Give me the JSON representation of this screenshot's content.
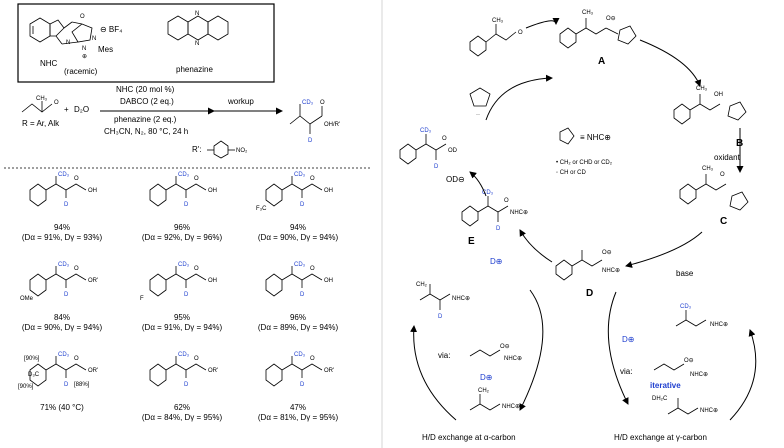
{
  "top_box": {
    "bf4": "⊖ BF₄",
    "nhc_label": "NHC",
    "racemic": "(racemic)",
    "mes": "Mes",
    "phenazine_label": "phenazine"
  },
  "general_reaction": {
    "aldehyde_ch3": "CH₃",
    "aldehyde_o": "O",
    "plus": "+",
    "d2o": "D₂O",
    "cond1": "NHC (20 mol %)",
    "cond2": "DABCO (2 eq.)",
    "cond3": "phenazine (2 eq.)",
    "cond4": "CH₃CN, N₂, 80 °C, 24 h",
    "workup": "workup",
    "r_def": "R = Ar, Alk",
    "r_prime": "R':",
    "no2": "NO₂",
    "product_cd3": "CD₃",
    "product_d": "D",
    "product_oh": "OH/R'",
    "product_o": "O"
  },
  "products": [
    {
      "yield": "94%",
      "deut": "(Dα = 91%, Dγ = 93%)",
      "cd3": "CD₃",
      "d": "D",
      "end": "OH"
    },
    {
      "yield": "96%",
      "deut": "(Dα = 92%, Dγ = 96%)",
      "cd3": "CD₃",
      "d": "D",
      "end": "OH"
    },
    {
      "yield": "94%",
      "deut": "(Dα = 90%, Dγ = 94%)",
      "cd3": "CD₃",
      "d": "D",
      "end": "OH",
      "sub": "F₃C"
    },
    {
      "yield": "84%",
      "deut": "(Dα = 90%, Dγ = 94%)",
      "cd3": "CD₃",
      "d": "D",
      "end": "OR'",
      "sub": "OMe"
    },
    {
      "yield": "95%",
      "deut": "(Dα = 91%, Dγ = 94%)",
      "cd3": "CD₃",
      "d": "D",
      "end": "OH",
      "sub": "F"
    },
    {
      "yield": "96%",
      "deut": "(Dα = 89%, Dγ = 94%)",
      "cd3": "CD₃",
      "d": "D",
      "end": "OH"
    },
    {
      "yield": "71% (40 °C)",
      "deut": "",
      "cd3": "CD₃",
      "d": "D",
      "end": "OR'",
      "p1": "[90%]",
      "p2": "[90%]",
      "p3": "[88%]",
      "d3c": "D₃C"
    },
    {
      "yield": "62%",
      "deut": "(Dα = 84%, Dγ = 95%)",
      "cd3": "CD₃",
      "d": "D",
      "end": "OR'"
    },
    {
      "yield": "47%",
      "deut": "(Dα = 81%, Dγ = 95%)",
      "cd3": "CD₃",
      "d": "D",
      "end": "OR'"
    }
  ],
  "mechanism": {
    "A": "A",
    "B": "B",
    "C": "C",
    "D": "D",
    "E": "E",
    "oh": "OH",
    "o_minus": "O⊖",
    "o": "O",
    "ch3": "CH₃",
    "nhc_plus": "NHC⊕",
    "equiv": "≡ NHC⊕",
    "oxidant": "oxidant",
    "base": "base",
    "od_minus": "OD⊖",
    "od": "OD",
    "d_plus": "D⊕",
    "via": "via:",
    "iterative": "iterative",
    "ch2": "CH₂",
    "dh2c": "DH₂C",
    "legend1": "• CH₂ or CHD or CD₂",
    "legend2": "◦ CH or CD",
    "alpha_label": "H/D exchange at α-carbon",
    "gamma_label": "H/D exchange at γ-carbon"
  },
  "colors": {
    "deuterium": "#1f3fcf"
  }
}
